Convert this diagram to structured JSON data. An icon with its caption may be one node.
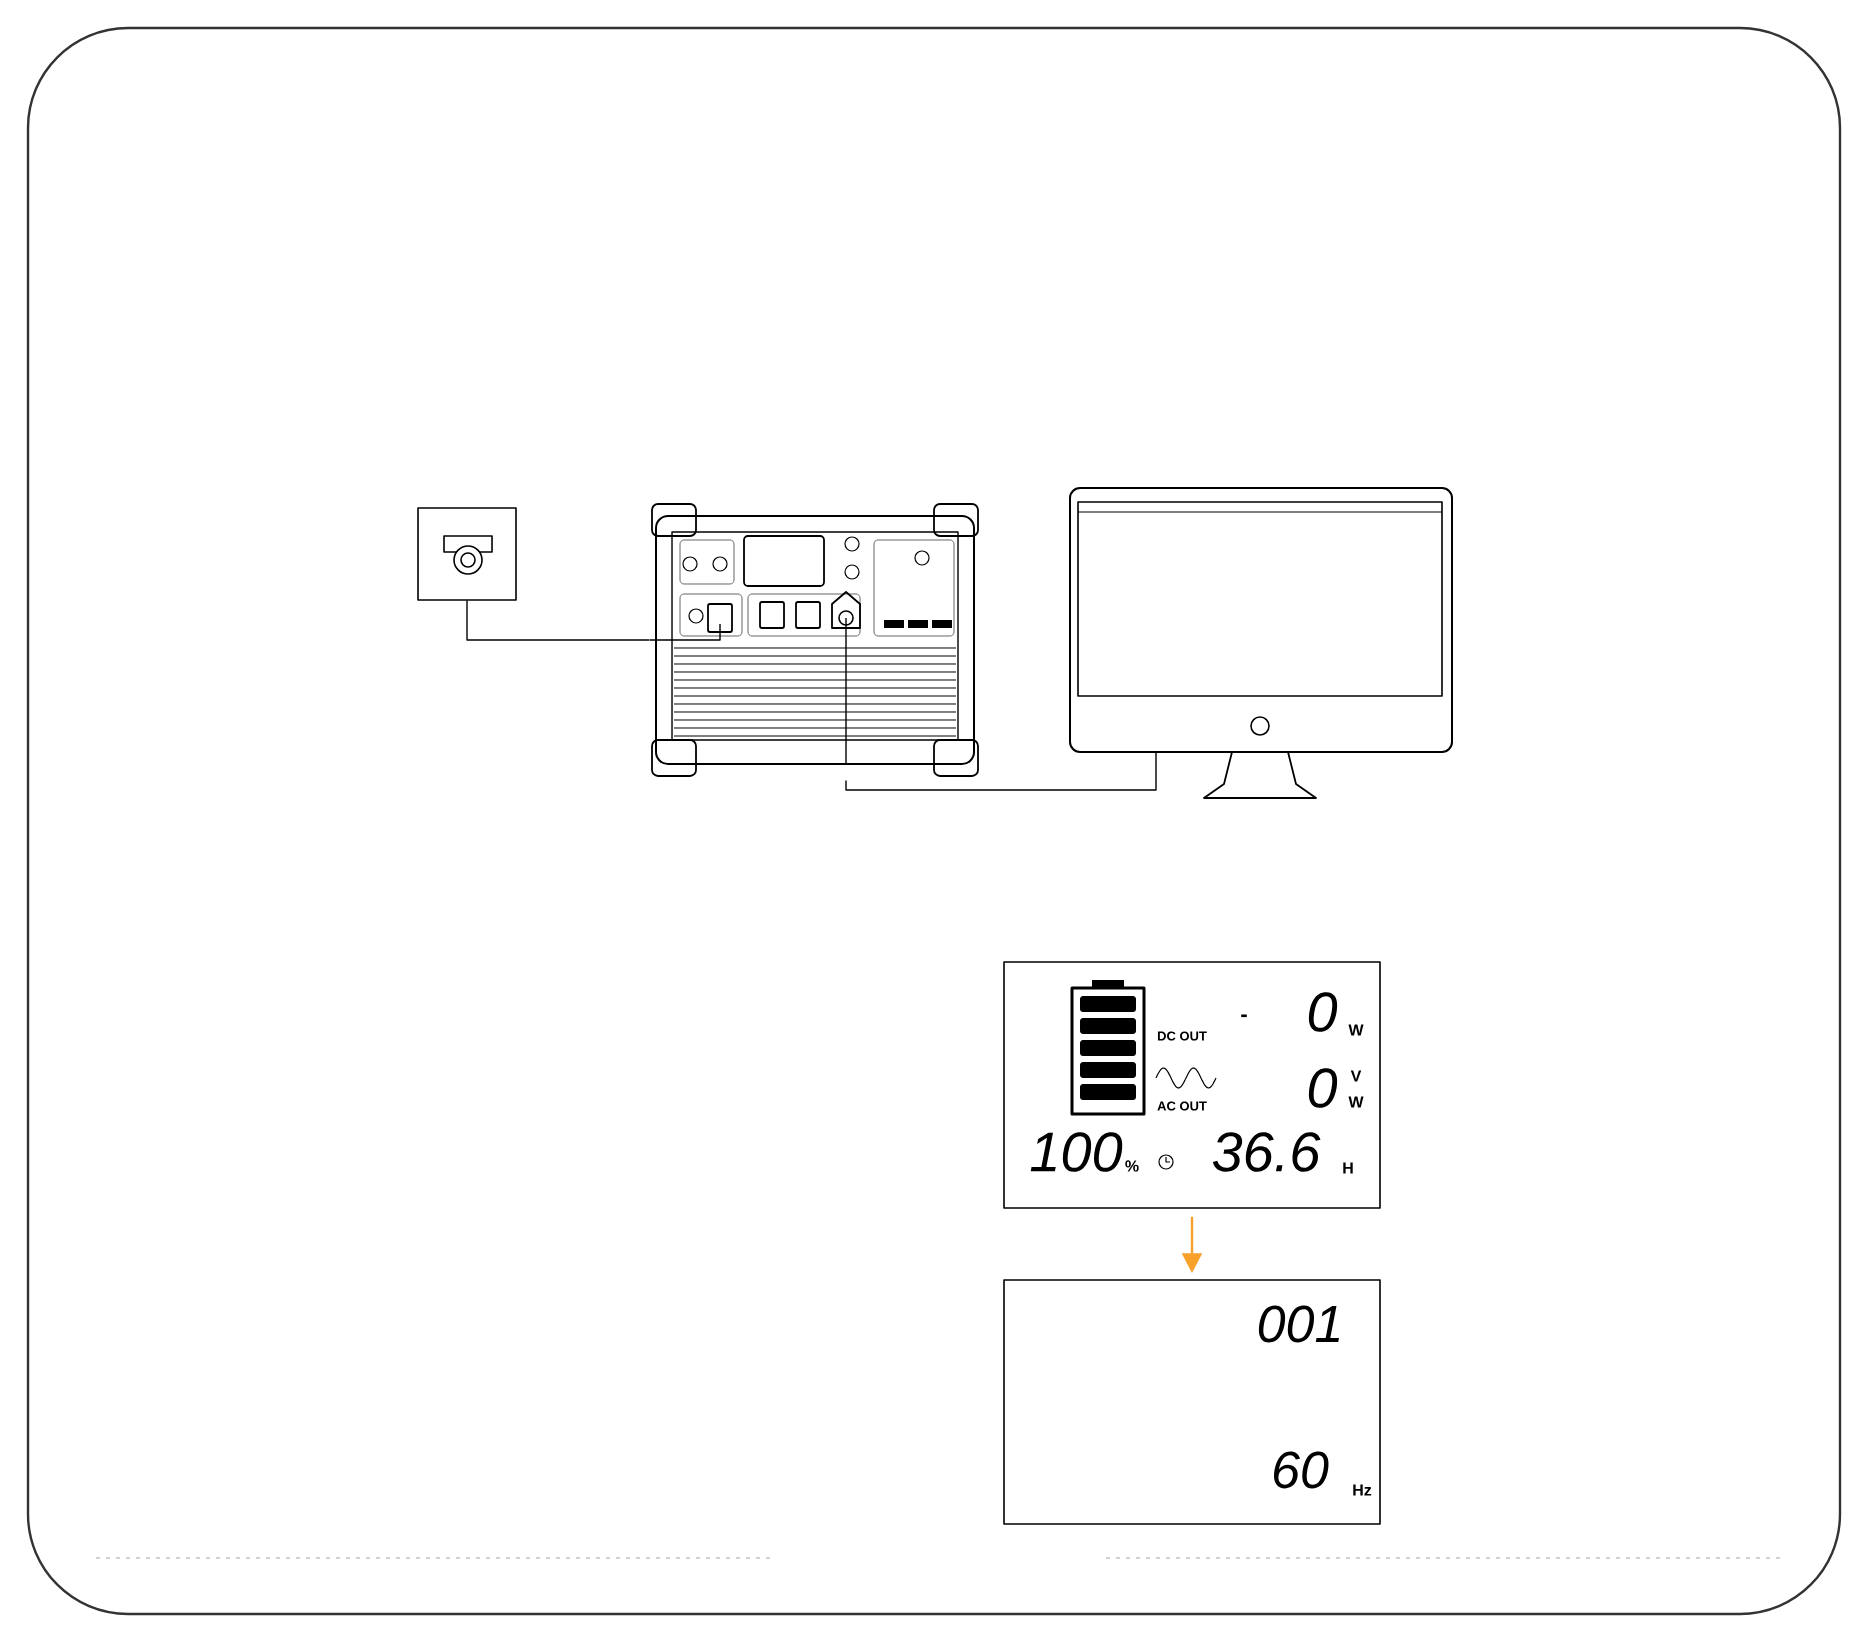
{
  "diagram": {
    "nodes": [
      {
        "text": [],
        "shape": "picture"
      },
      {
        "text": [],
        "shape": "picture"
      },
      {
        "text": [],
        "shape": "picture"
      },
      {
        "text": [
          "DC OUT",
          "-",
          "0",
          "W",
          "AC OUT",
          "0",
          "V",
          "W",
          "100",
          "%",
          "36.6",
          "H"
        ]
      },
      {
        "text": [
          "001",
          "60",
          "Hz"
        ]
      }
    ],
    "edges": [
      {
        "from": 0,
        "to": 1,
        "arrow": "none"
      },
      {
        "from": 1,
        "to": 2,
        "arrow": "none"
      },
      {
        "from": 3,
        "to": 4,
        "arrow": "to",
        "color": "#f7a12b"
      }
    ]
  }
}
